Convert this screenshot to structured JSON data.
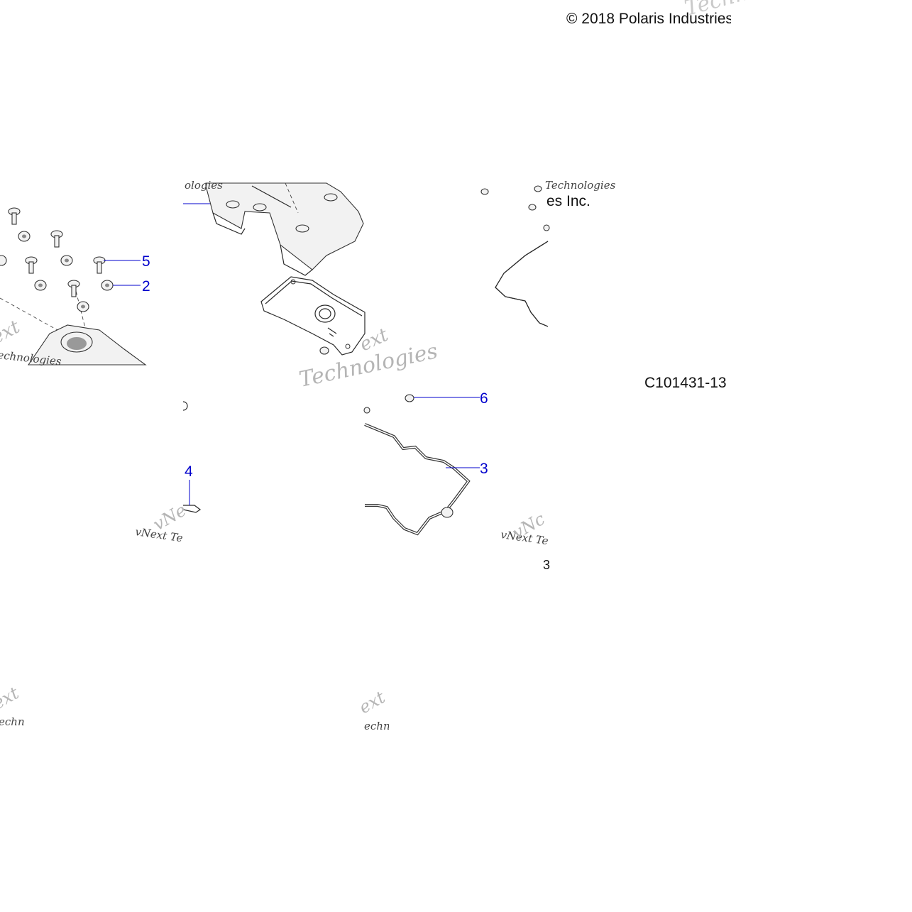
{
  "diagram": {
    "copyright": "© 2018 Polaris Industries",
    "copyright_fragment": "es Inc.",
    "drawing_number": "C101431-13",
    "callouts": [
      {
        "id": "callout-2",
        "label": "2"
      },
      {
        "id": "callout-3",
        "label": "3"
      },
      {
        "id": "callout-4",
        "label": "4"
      },
      {
        "id": "callout-5",
        "label": "5"
      },
      {
        "id": "callout-6",
        "label": "6"
      }
    ],
    "watermarks": {
      "a": "ext",
      "b": "echnologies",
      "c": "Technologies",
      "d": "vNext Te",
      "e": "vNext Te",
      "f": "ologies",
      "g": "ext",
      "h": "echno",
      "i": "Technc",
      "j": "vNe",
      "k": "vNc",
      "l": "Technologies",
      "m": "3"
    },
    "colors": {
      "callout": "#0000cc",
      "line": "#2a2a2a",
      "watermark": "#b5b5b5"
    }
  }
}
